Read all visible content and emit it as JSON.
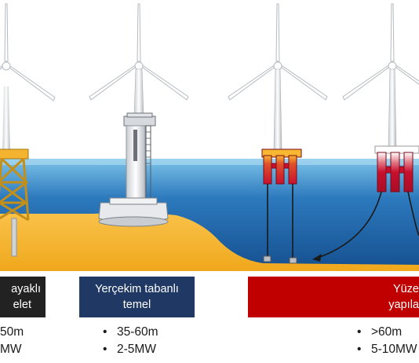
{
  "categories": [
    {
      "id": "jacket",
      "label_lines": [
        "ayaklı",
        "elet"
      ],
      "box_color": "#222222",
      "specs": [
        "50m",
        "MW"
      ]
    },
    {
      "id": "gravity",
      "label_lines": [
        "Yerçekim tabanlı",
        "temel"
      ],
      "box_color": "#1f3864",
      "specs": [
        "35-60m",
        "2-5MW"
      ]
    },
    {
      "id": "floating",
      "label_lines": [
        "Yüze",
        "yapıla"
      ],
      "box_color": "#c00000",
      "specs": [
        ">60m",
        "5-10MW"
      ]
    }
  ],
  "colors": {
    "sky": "#ffffff",
    "sea_top": "#7cc3e8",
    "sea_deep": "#1d5fa0",
    "seabed": "#f5b430",
    "tower": "#ffffff",
    "float_red": "#c8102e",
    "float_yellow": "#f7b731"
  }
}
